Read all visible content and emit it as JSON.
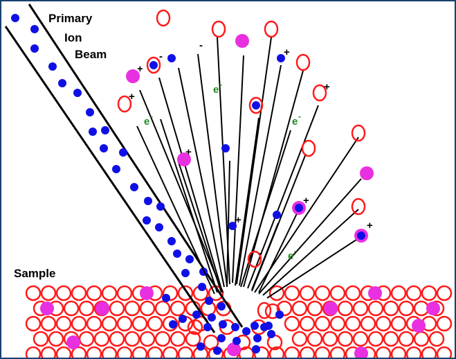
{
  "labels": {
    "beam_line1": "Primary",
    "beam_line2": "Ion",
    "beam_line3": "Beam",
    "sample": "Sample"
  },
  "symbols": {
    "plus": "+",
    "minus": "-",
    "electron": "e",
    "electron_sup": "-"
  },
  "colors": {
    "atom_outline": "#ff1a1a",
    "ion": "#1010e6",
    "cation": "#e930e0",
    "electron": "#1f8a1f",
    "trail": "#000000",
    "frame_border": "#16416e"
  }
}
